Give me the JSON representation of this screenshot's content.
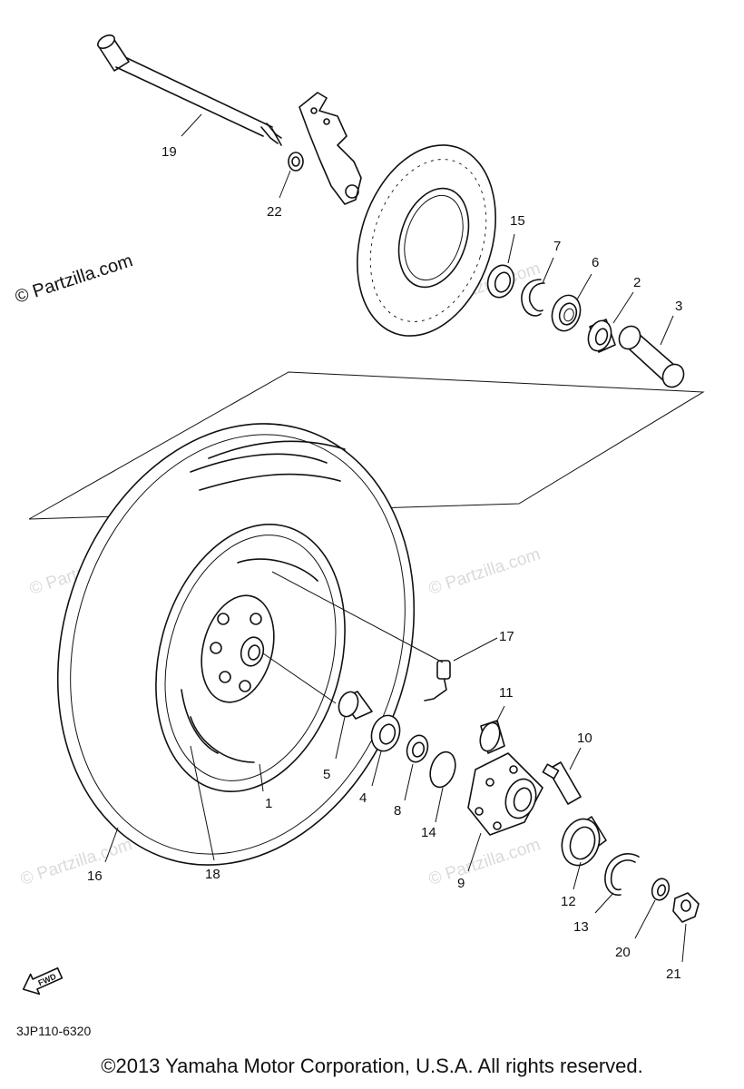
{
  "diagram": {
    "callouts": {
      "c1": "1",
      "c2": "2",
      "c3": "3",
      "c4": "4",
      "c5": "5",
      "c6": "6",
      "c7": "7",
      "c8": "8",
      "c9": "9",
      "c10": "10",
      "c11": "11",
      "c12": "12",
      "c13": "13",
      "c14": "14",
      "c15": "15",
      "c16": "16",
      "c17": "17",
      "c18": "18",
      "c19": "19",
      "c20": "20",
      "c21": "21",
      "c22": "22"
    },
    "forward_label": "FWD",
    "drawing_code": "3JP110-6320"
  },
  "watermark_text": "© Partzilla.com",
  "copyright": "©2013 Yamaha Motor Corporation, U.S.A. All rights reserved."
}
